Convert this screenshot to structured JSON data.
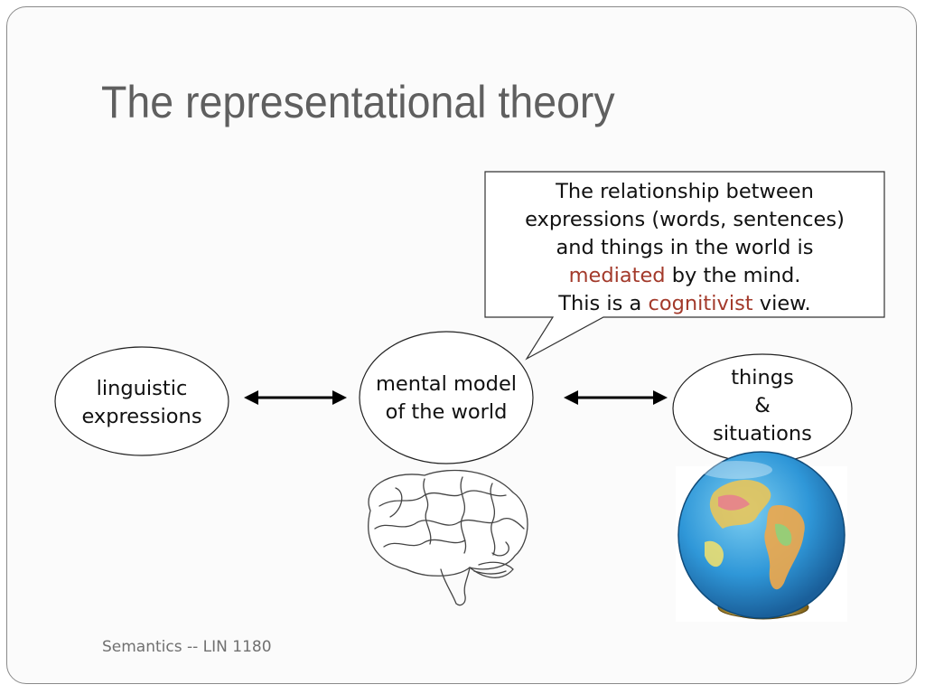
{
  "title": "The representational theory",
  "callout": {
    "line1": "The relationship between",
    "line2": "expressions (words, sentences)",
    "line3": "and things in the world is",
    "line4_accent": "mediated",
    "line4_rest": " by the mind.",
    "line5_pre": "This is a ",
    "line5_accent": "cognitivist",
    "line5_post": " view."
  },
  "nodes": {
    "linguistic": {
      "line1": "linguistic",
      "line2": "expressions"
    },
    "mental": {
      "line1": "mental model",
      "line2": "of the world"
    },
    "things": {
      "line1": "things",
      "line2": "&",
      "line3": "situations"
    }
  },
  "images": {
    "brain": "brain-icon",
    "globe": "globe-icon"
  },
  "colors": {
    "accent": "#a33a2b",
    "title": "#5f5f5f"
  },
  "footer": "Semantics -- LIN 1180"
}
